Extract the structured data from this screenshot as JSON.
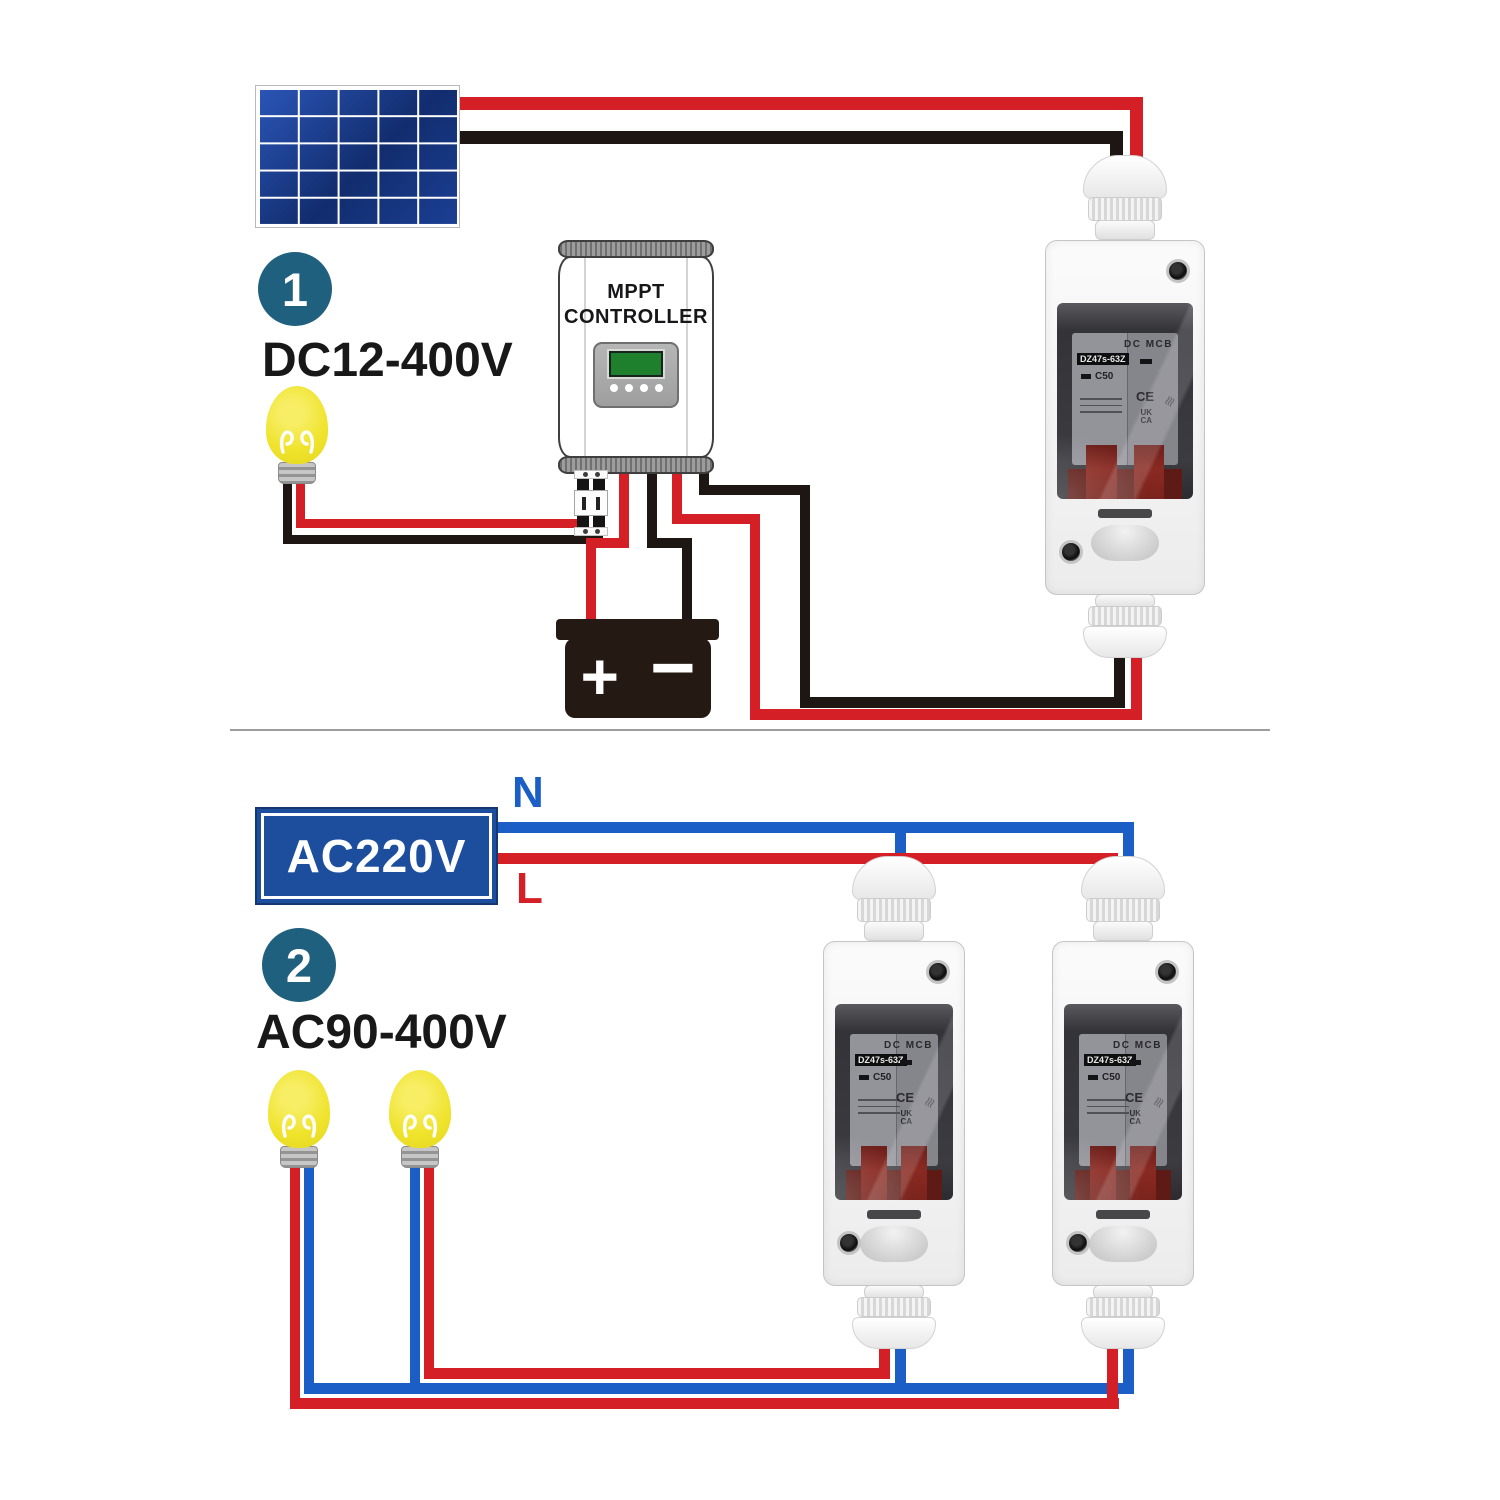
{
  "section1": {
    "badge": "1",
    "voltage_label": "DC12-400V",
    "mppt_line1": "MPPT",
    "mppt_line2": "CONTROLLER",
    "battery_plus": "+",
    "battery_minus": "−"
  },
  "section2": {
    "badge": "2",
    "voltage_label": "AC90-400V",
    "source_label": "AC220V",
    "neutral_label": "N",
    "live_label": "L"
  },
  "breaker_label": {
    "type": "DC MCB",
    "model": "DZ47s-63Z",
    "rating": "C50",
    "ce": "CE",
    "uk": "UK",
    "ca": "CA",
    "squiggle": "≋"
  },
  "colors": {
    "wire_red": "#d41f26",
    "wire_black": "#1d1613",
    "wire_blue": "#1a5ec6",
    "badge_teal": "#20607f",
    "ac_box_blue": "#1c4e9d",
    "panel_blue": "#16367e",
    "bulb_yellow": "#efe32b",
    "toggle_red": "#8a2a22"
  }
}
